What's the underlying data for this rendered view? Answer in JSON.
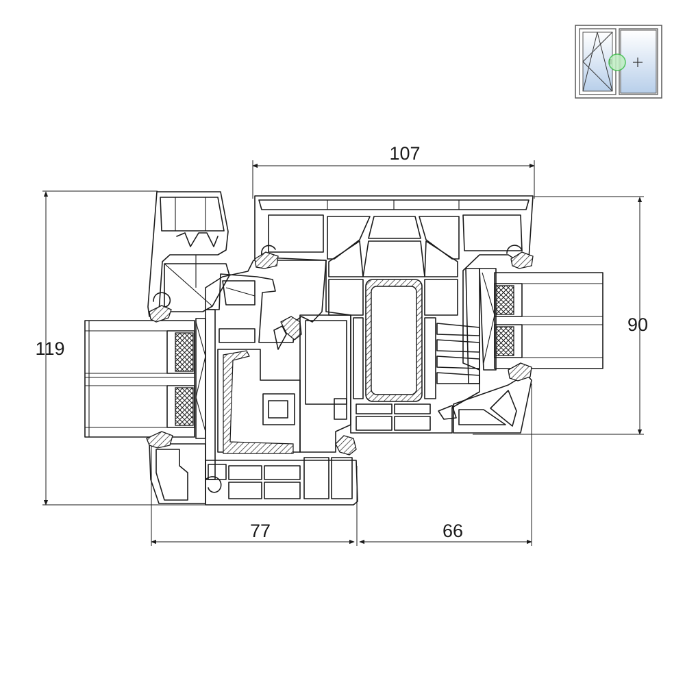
{
  "dimensions": {
    "overall_height": "119",
    "sash_height": "90",
    "top_width": "107",
    "frame_width": "77",
    "mullion_width": "66"
  },
  "legend": {
    "icon": "window-tilt-turn-plus-fixed-icon",
    "marker_color": "#3fbf4a",
    "glass_color": "#c9dbf0"
  }
}
